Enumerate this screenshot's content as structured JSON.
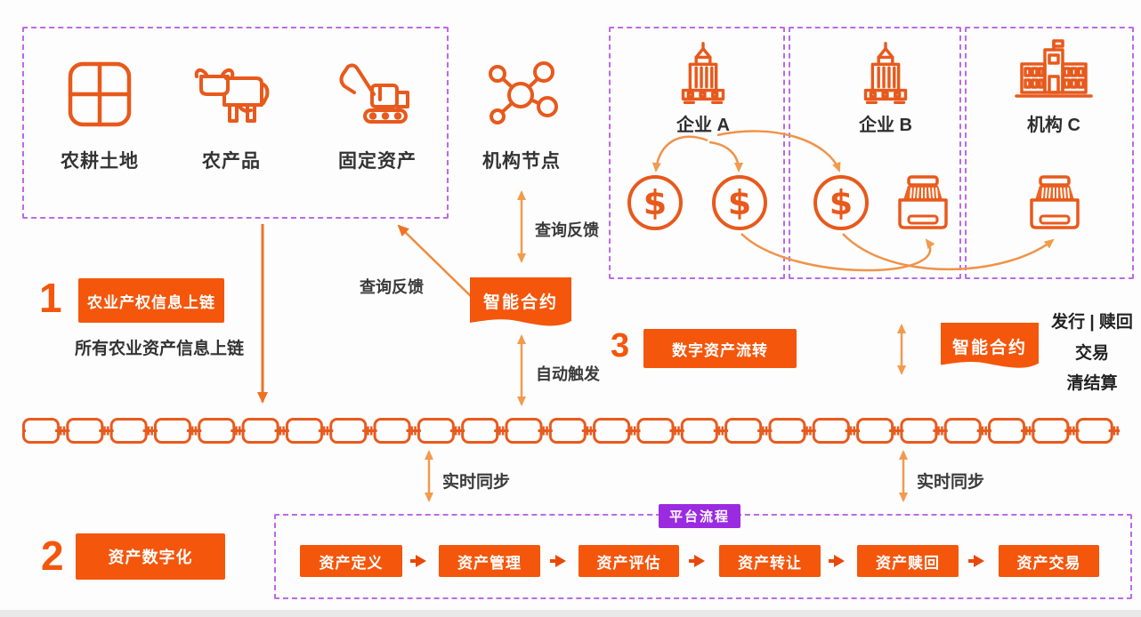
{
  "colors": {
    "accent_orange": "#f4560c",
    "icon_orange": "#e8591c",
    "arrow_amber": "#f29b4d",
    "arrow_orange": "#ee7224",
    "dash_purple": "#bb6ae8",
    "platform_purple": "#9b2be0",
    "text_dark": "#333333"
  },
  "asset_box": {
    "items": [
      {
        "icon": "land-grid-icon",
        "label": "农耕土地"
      },
      {
        "icon": "cow-icon",
        "label": "农产品"
      },
      {
        "icon": "excavator-icon",
        "label": "固定资产"
      }
    ]
  },
  "node": {
    "icon": "network-node-icon",
    "label": "机构节点"
  },
  "entities": [
    {
      "icon": "tower-building-icon",
      "label": "企业 A"
    },
    {
      "icon": "tower-building-icon",
      "label": "企业 B"
    },
    {
      "icon": "institution-building-icon",
      "label": "机构 C"
    }
  ],
  "steps": {
    "one": {
      "number": "1",
      "button_label": "农业产权信息上链",
      "caption": "所有农业资产信息上链"
    },
    "two": {
      "number": "2",
      "button_label": "资产数字化"
    },
    "three": {
      "number": "3",
      "button_label": "数字资产流转"
    }
  },
  "smart_contracts": {
    "left": "智能合约",
    "right": "智能合约"
  },
  "annotations": {
    "query_feedback_diagonal": "查询反馈",
    "query_feedback_vertical": "查询反馈",
    "auto_trigger": "自动触发",
    "realtime_sync_left": "实时同步",
    "realtime_sync_right": "实时同步",
    "issue_redeem": "发行 | 赎回",
    "trade": "交易",
    "clear_settle": "清结算"
  },
  "process_flow": {
    "title": "平台流程",
    "steps": [
      "资产定义",
      "资产管理",
      "资产评估",
      "资产转让",
      "资产赎回",
      "资产交易"
    ]
  }
}
